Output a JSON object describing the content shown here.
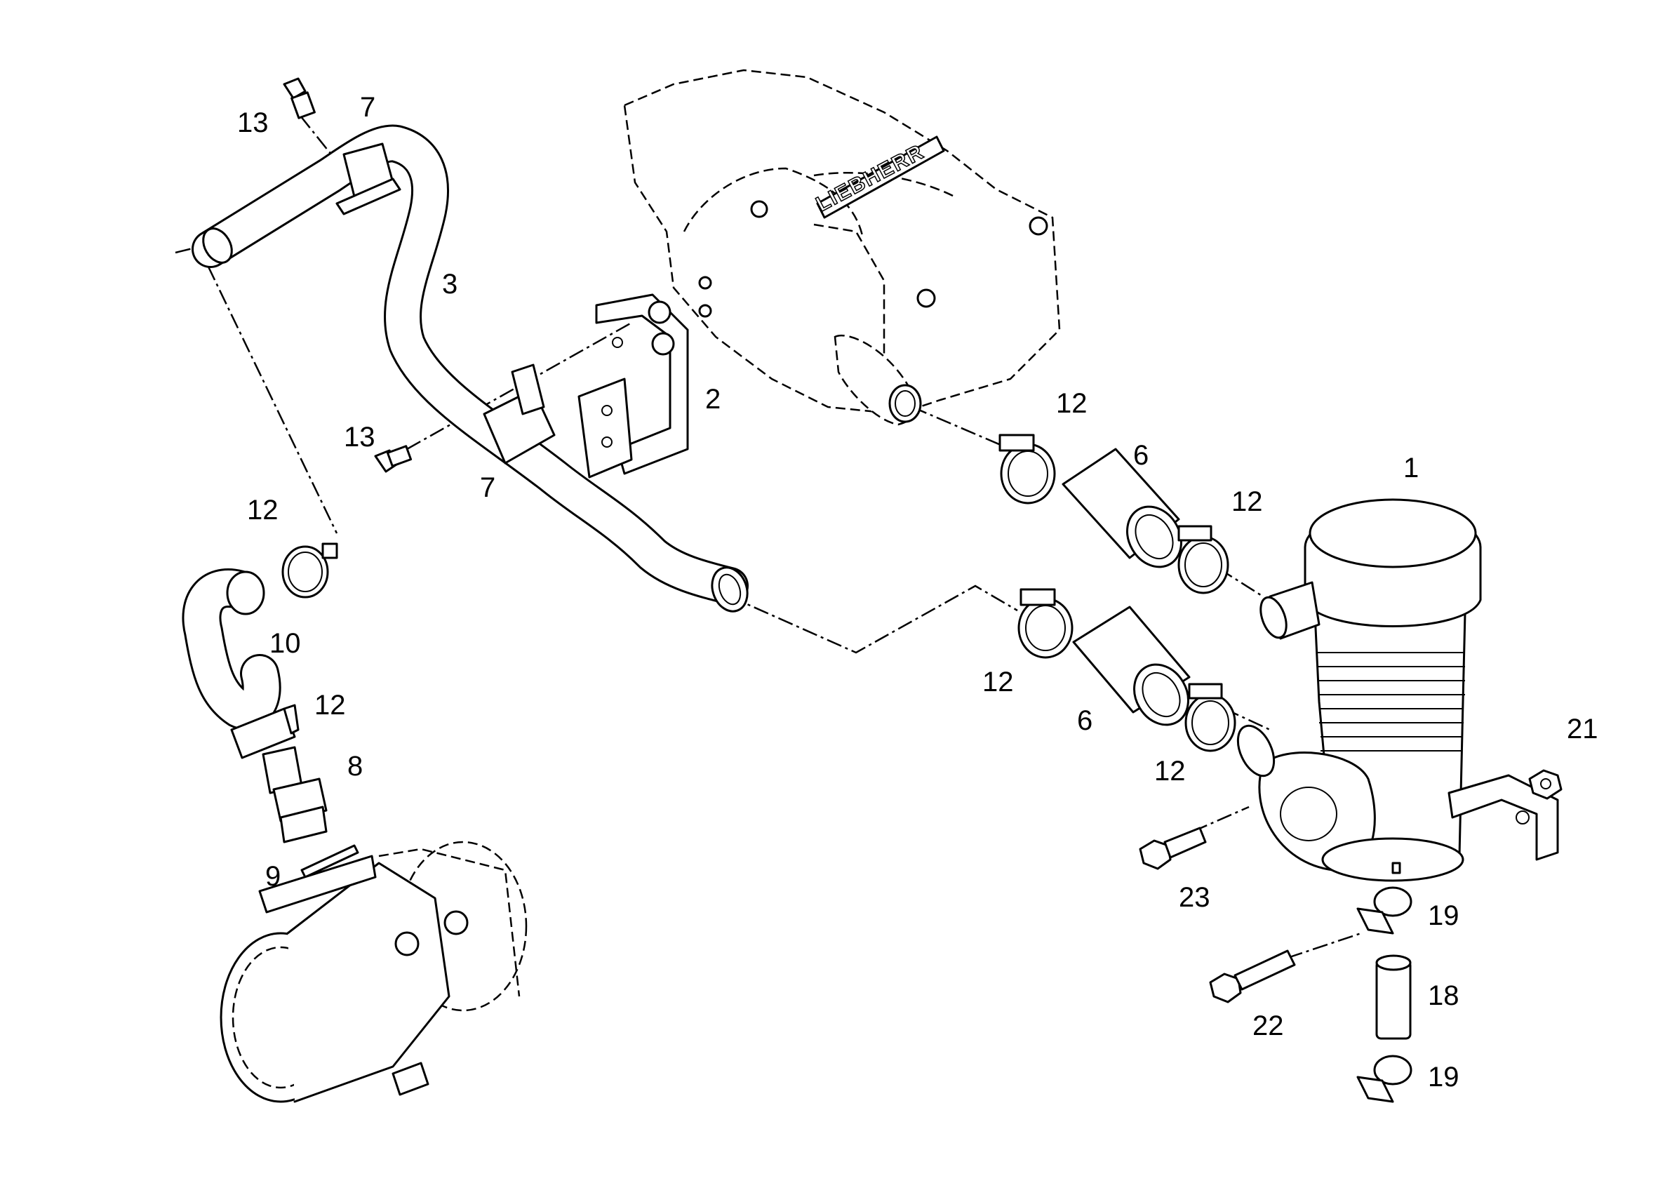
{
  "brand_text": "LIEBHERR",
  "callouts": [
    {
      "id": "c-13a",
      "label": "13"
    },
    {
      "id": "c-7a",
      "label": "7"
    },
    {
      "id": "c-3",
      "label": "3"
    },
    {
      "id": "c-2",
      "label": "2"
    },
    {
      "id": "c-13b",
      "label": "13"
    },
    {
      "id": "c-7b",
      "label": "7"
    },
    {
      "id": "c-12a",
      "label": "12"
    },
    {
      "id": "c-10",
      "label": "10"
    },
    {
      "id": "c-12b",
      "label": "12"
    },
    {
      "id": "c-8",
      "label": "8"
    },
    {
      "id": "c-9",
      "label": "9"
    },
    {
      "id": "c-12c",
      "label": "12"
    },
    {
      "id": "c-6a",
      "label": "6"
    },
    {
      "id": "c-12d",
      "label": "12"
    },
    {
      "id": "c-1",
      "label": "1"
    },
    {
      "id": "c-12e",
      "label": "12"
    },
    {
      "id": "c-6b",
      "label": "6"
    },
    {
      "id": "c-12f",
      "label": "12"
    },
    {
      "id": "c-21",
      "label": "21"
    },
    {
      "id": "c-23",
      "label": "23"
    },
    {
      "id": "c-19a",
      "label": "19"
    },
    {
      "id": "c-18",
      "label": "18"
    },
    {
      "id": "c-22",
      "label": "22"
    },
    {
      "id": "c-19b",
      "label": "19"
    }
  ]
}
